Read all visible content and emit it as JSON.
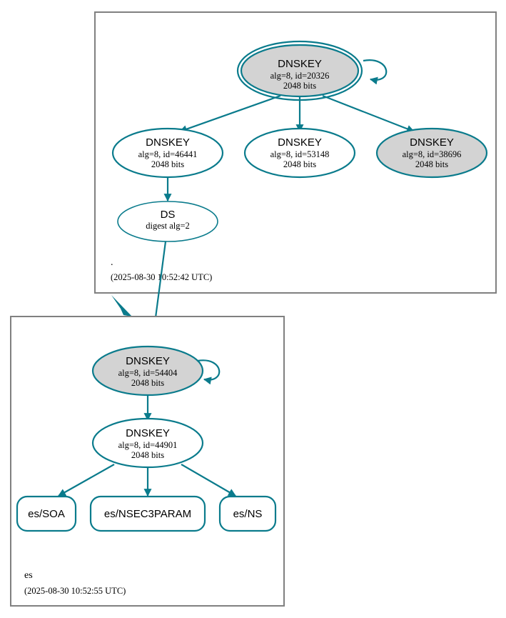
{
  "diagram": {
    "type": "dnssec-authentication-chain",
    "colors": {
      "edge": "#0a7b8c",
      "node_stroke": "#0a7b8c",
      "secure_fill": "#d3d3d3",
      "plain_fill": "#ffffff",
      "cluster_stroke": "#808080",
      "text": "#000000"
    }
  },
  "clusters": [
    {
      "id": "root-zone",
      "zone_label": ".",
      "timestamp": "(2025-08-30 10:52:42 UTC)"
    },
    {
      "id": "es-zone",
      "zone_label": "es",
      "timestamp": "(2025-08-30 10:52:55 UTC)"
    }
  ],
  "nodes": {
    "root_ksk": {
      "title": "DNSKEY",
      "line2": "alg=8, id=20326",
      "line3": "2048 bits"
    },
    "root_zsk_46441": {
      "title": "DNSKEY",
      "line2": "alg=8, id=46441",
      "line3": "2048 bits"
    },
    "root_zsk_53148": {
      "title": "DNSKEY",
      "line2": "alg=8, id=53148",
      "line3": "2048 bits"
    },
    "root_zsk_38696": {
      "title": "DNSKEY",
      "line2": "alg=8, id=38696",
      "line3": "2048 bits"
    },
    "ds_node": {
      "title": "DS",
      "line2": "digest alg=2"
    },
    "es_ksk_54404": {
      "title": "DNSKEY",
      "line2": "alg=8, id=54404",
      "line3": "2048 bits"
    },
    "es_zsk_44901": {
      "title": "DNSKEY",
      "line2": "alg=8, id=44901",
      "line3": "2048 bits"
    }
  },
  "rrsets": [
    {
      "id": "es-soa",
      "label": "es/SOA"
    },
    {
      "id": "es-nsec3param",
      "label": "es/NSEC3PARAM"
    },
    {
      "id": "es-ns",
      "label": "es/NS"
    }
  ]
}
